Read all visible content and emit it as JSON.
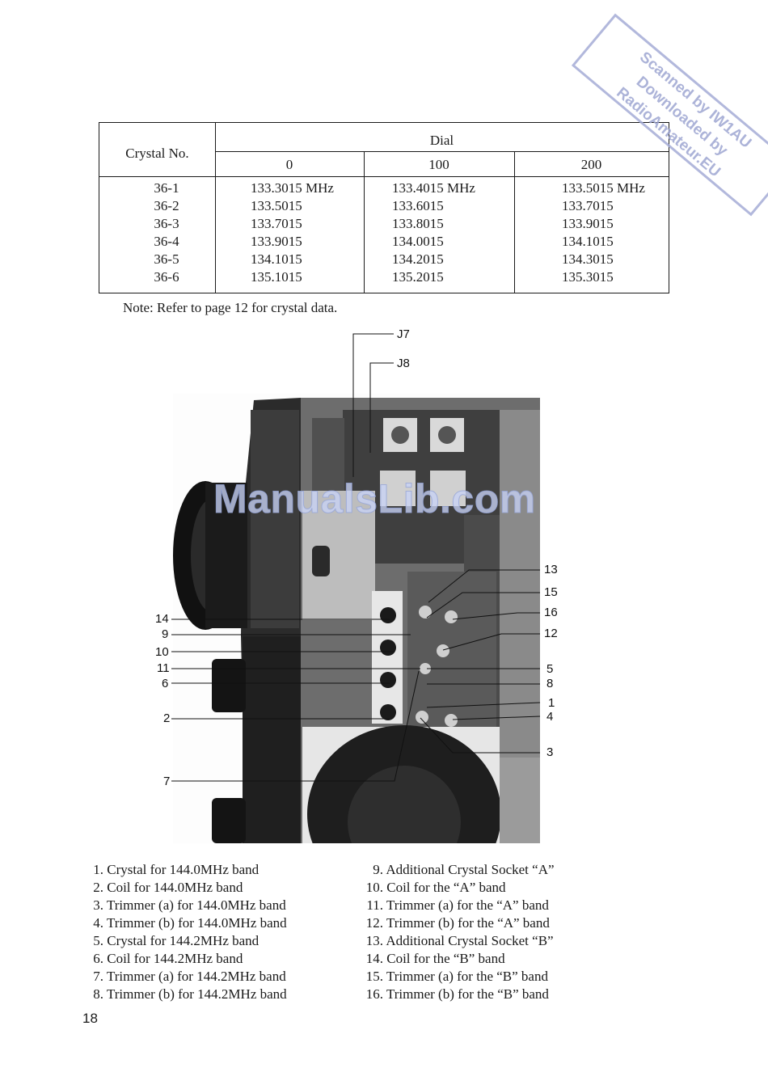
{
  "table": {
    "crystal_header": "Crystal No.",
    "dial_header": "Dial",
    "dial_columns": [
      "0",
      "100",
      "200"
    ],
    "crystal_numbers": [
      "36-1",
      "36-2",
      "36-3",
      "36-4",
      "36-5",
      "36-6"
    ],
    "col_0": [
      "133.3015 MHz",
      "133.5015",
      "133.7015",
      "133.9015",
      "134.1015",
      "135.1015"
    ],
    "col_100": [
      "133.4015 MHz",
      "133.6015",
      "133.8015",
      "134.0015",
      "134.2015",
      "135.2015"
    ],
    "col_200": [
      "133.5015 MHz",
      "133.7015",
      "133.9015",
      "134.1015",
      "134.3015",
      "135.3015"
    ]
  },
  "note": "Note: Refer to page 12 for crystal data.",
  "callouts": {
    "j7": "J7",
    "j8": "J8",
    "n14": "14",
    "n9": "9",
    "n10": "10",
    "n11": "11",
    "n6": "6",
    "n2": "2",
    "n7": "7",
    "n13": "13",
    "n15": "15",
    "n16": "16",
    "n12": "12",
    "n5": "5",
    "n8": "8",
    "n1": "1",
    "n4": "4",
    "n3": "3"
  },
  "legend_left": [
    {
      "num": "1.",
      "text": "Crystal for 144.0MHz band"
    },
    {
      "num": "2.",
      "text": "Coil for 144.0MHz band"
    },
    {
      "num": "3.",
      "text": "Trimmer (a) for 144.0MHz band"
    },
    {
      "num": "4.",
      "text": "Trimmer (b) for 144.0MHz band"
    },
    {
      "num": "5.",
      "text": "Crystal for 144.2MHz band"
    },
    {
      "num": "6.",
      "text": "Coil for 144.2MHz band"
    },
    {
      "num": "7.",
      "text": "Trimmer (a) for 144.2MHz band"
    },
    {
      "num": "8.",
      "text": "Trimmer (b) for 144.2MHz band"
    }
  ],
  "legend_right": [
    {
      "num": "9.",
      "text": "Additional Crystal Socket “A”"
    },
    {
      "num": "10.",
      "text": "Coil for the “A” band"
    },
    {
      "num": "11.",
      "text": "Trimmer (a) for the “A” band"
    },
    {
      "num": "12.",
      "text": "Trimmer (b) for the “A” band"
    },
    {
      "num": "13.",
      "text": "Additional Crystal Socket “B”"
    },
    {
      "num": "14.",
      "text": "Coil for the “B” band"
    },
    {
      "num": "15.",
      "text": "Trimmer (a) for the “B” band"
    },
    {
      "num": "16.",
      "text": "Trimmer (b) for the “B” band"
    }
  ],
  "page_number": "18",
  "stamp": {
    "line1": "Scanned by IW1AU",
    "line2": "Downloaded by",
    "line3": "RadioAmateur.EU"
  },
  "watermark": "ManualsLib.com"
}
